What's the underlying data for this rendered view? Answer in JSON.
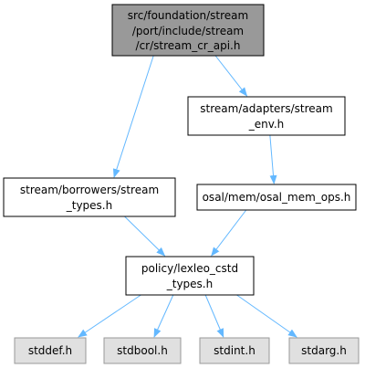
{
  "nodes": {
    "root": {
      "lines": [
        "src/foundation/stream",
        "/port/include/stream",
        "/cr/stream_cr_api.h"
      ],
      "fill": "#999999"
    },
    "adapters_env": {
      "lines": [
        "stream/adapters/stream",
        "_env.h"
      ],
      "fill": "#ffffff"
    },
    "borrowers_types": {
      "lines": [
        "stream/borrowers/stream",
        "_types.h"
      ],
      "fill": "#ffffff"
    },
    "osal_mem_ops": {
      "lines": [
        "osal/mem/osal_mem_ops.h"
      ],
      "fill": "#ffffff"
    },
    "policy_types": {
      "lines": [
        "policy/lexleo_cstd",
        "_types.h"
      ],
      "fill": "#ffffff"
    },
    "stddef": {
      "lines": [
        "stddef.h"
      ],
      "fill": "#e0e0e0"
    },
    "stdbool": {
      "lines": [
        "stdbool.h"
      ],
      "fill": "#e0e0e0"
    },
    "stdint": {
      "lines": [
        "stdint.h"
      ],
      "fill": "#e0e0e0"
    },
    "stdarg": {
      "lines": [
        "stdarg.h"
      ],
      "fill": "#e0e0e0"
    }
  },
  "edges": [
    [
      "root",
      "adapters_env"
    ],
    [
      "root",
      "borrowers_types"
    ],
    [
      "adapters_env",
      "osal_mem_ops"
    ],
    [
      "borrowers_types",
      "policy_types"
    ],
    [
      "osal_mem_ops",
      "policy_types"
    ],
    [
      "policy_types",
      "stddef"
    ],
    [
      "policy_types",
      "stdbool"
    ],
    [
      "policy_types",
      "stdint"
    ],
    [
      "policy_types",
      "stdarg"
    ]
  ],
  "colors": {
    "edge": "#63b8ff",
    "border_strong": "#000000",
    "border_system": "#999999"
  }
}
